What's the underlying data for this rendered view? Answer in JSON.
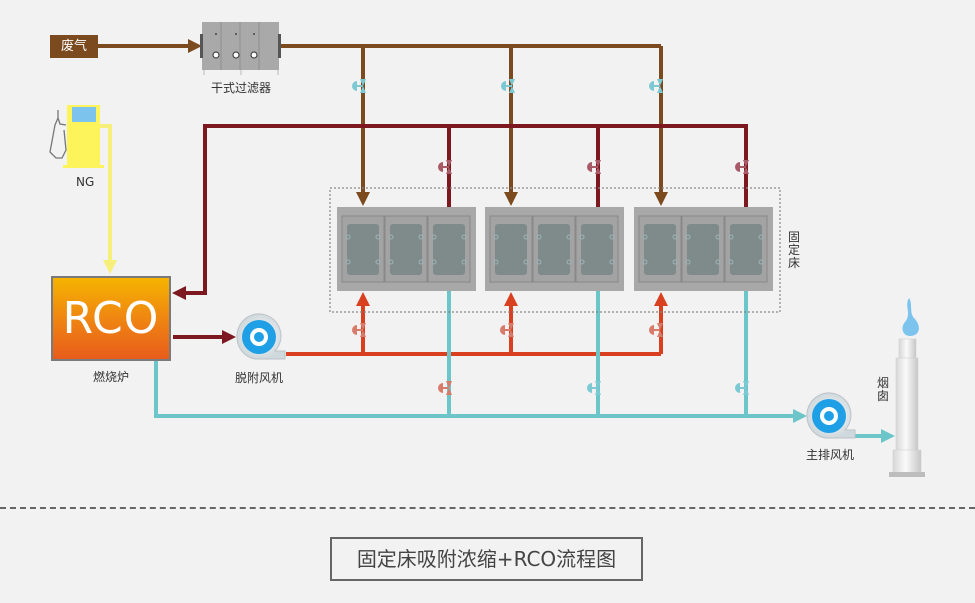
{
  "diagram": {
    "title": "固定床吸附浓缩+RCO流程图",
    "components": {
      "waste_gas": "废气",
      "dry_filter": "干式过滤器",
      "ng": "NG",
      "rco": "RCO",
      "furnace": "燃烧炉",
      "desorption_fan": "脱附风机",
      "fixed_bed": "固定床",
      "main_fan": "主排风机",
      "chimney": "烟囱"
    },
    "bed_units": 3,
    "colors": {
      "waste_gas_line": "#7b4a1f",
      "desorption_return_line": "#7d1820",
      "hot_air_line": "#d9401f",
      "exhaust_line": "#6cc6c9",
      "fuel_line": "#f6f07a",
      "valve_cyan": "#7cc9d3",
      "valve_red": "#d97b6a",
      "valve_maroon": "#a85a66"
    }
  }
}
